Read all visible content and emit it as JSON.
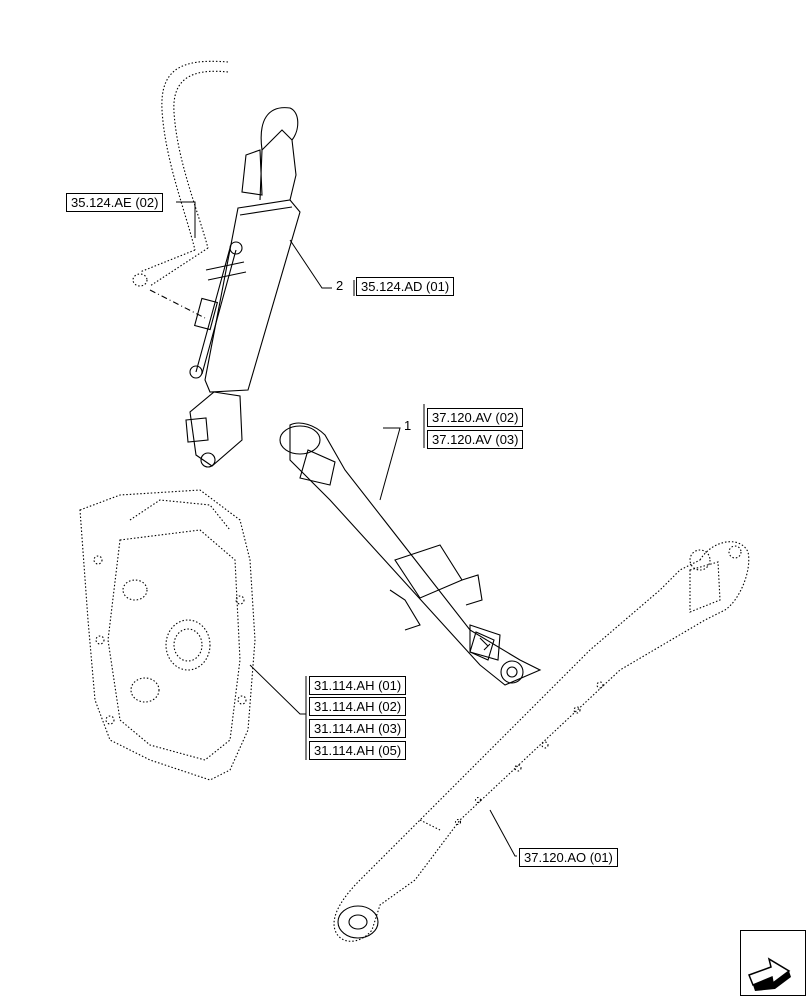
{
  "callouts": {
    "item2_number": "2",
    "item1_number": "1",
    "refs": [
      "35.124.AE (02)",
      "35.124.AD (01)",
      "37.120.AV (02)",
      "37.120.AV (03)",
      "31.114.AH (01)",
      "31.114.AH (02)",
      "31.114.AH (03)",
      "31.114.AH (05)",
      "37.120.AO (01)"
    ]
  },
  "nav_icon": "next-page-arrow-icon"
}
